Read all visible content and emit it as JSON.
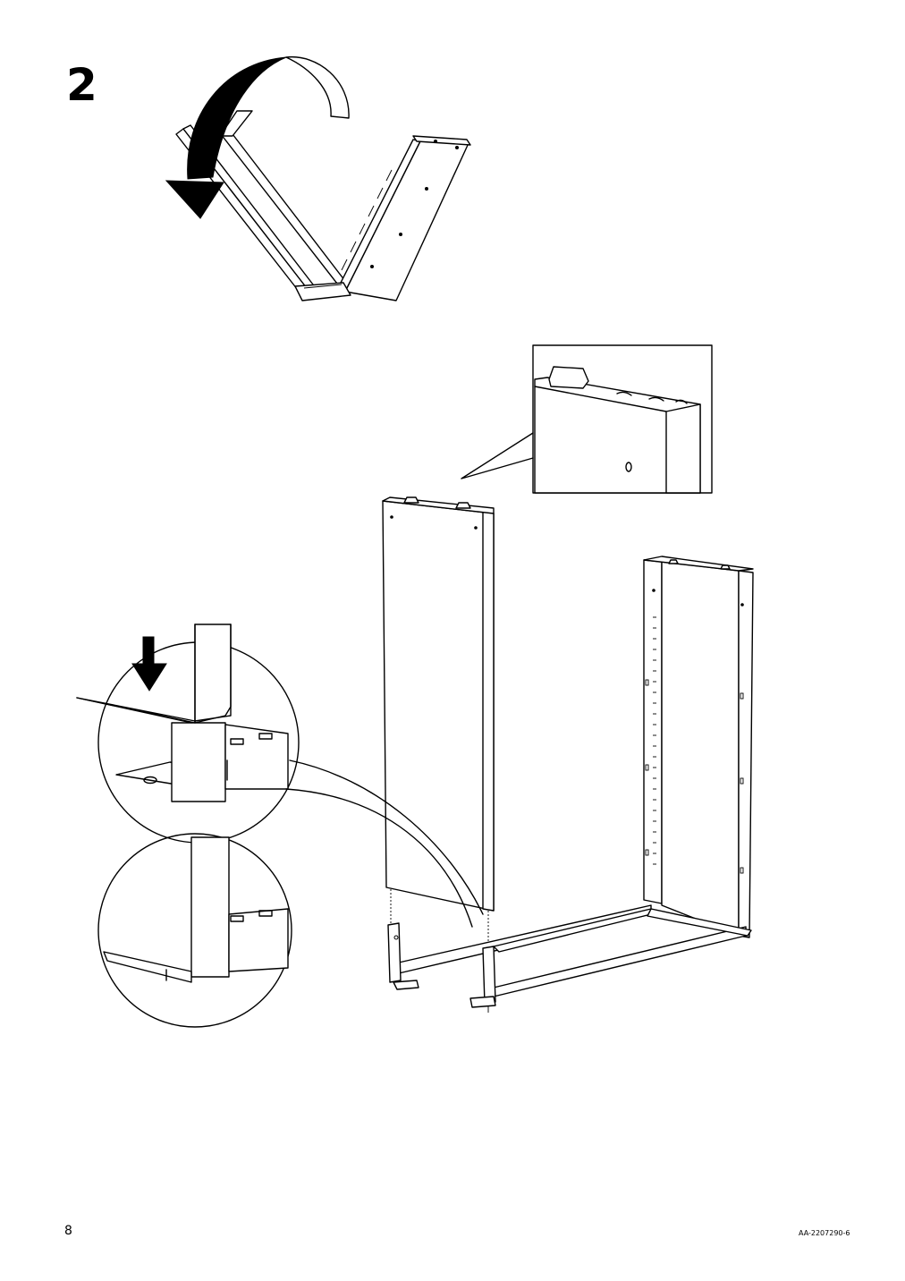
{
  "step": {
    "number": "2"
  },
  "footer": {
    "page_number": "8",
    "document_code": "AA-2207290-6"
  }
}
